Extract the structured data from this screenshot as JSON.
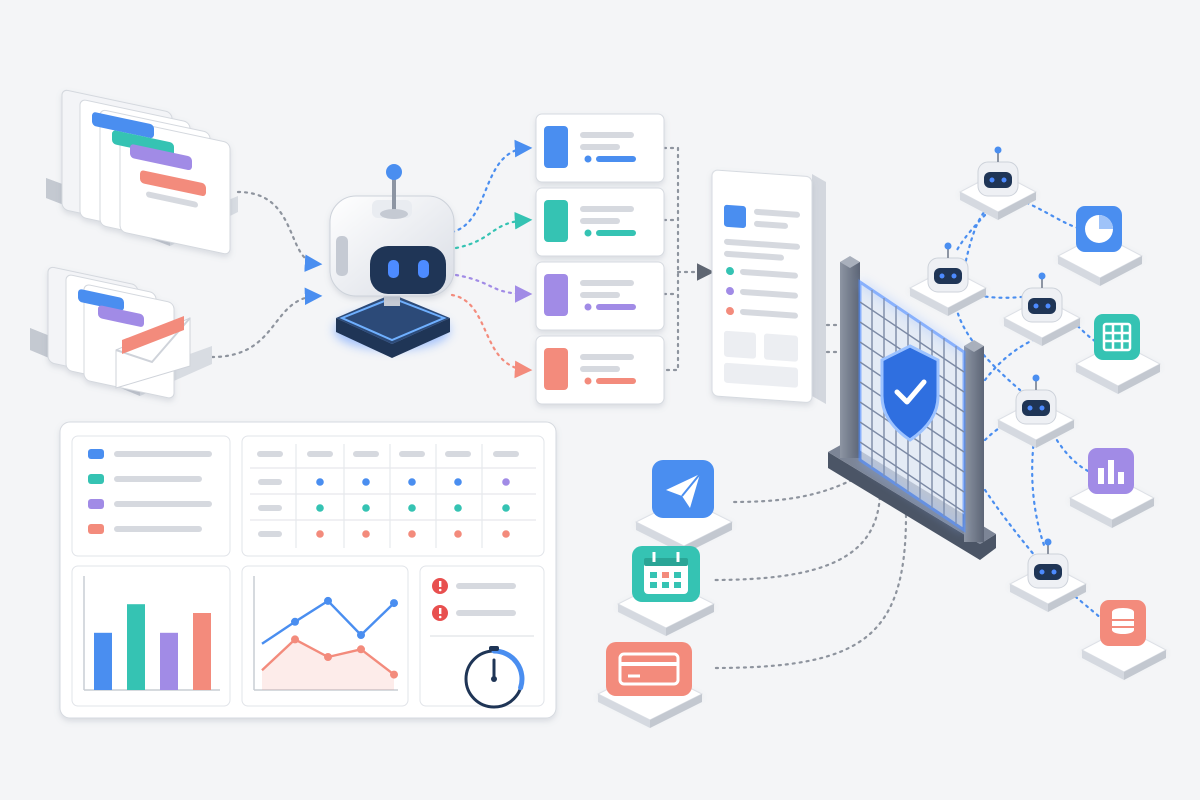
{
  "colors": {
    "background": "#f4f5f7",
    "blue": "#4a8ef0",
    "teal": "#35c3b3",
    "purple": "#a18be6",
    "coral": "#f38b7c",
    "red_alert": "#e8504f",
    "navy": "#1f3556",
    "connector": "#a8adb5",
    "glow": "#4d8bff",
    "gate_steel": "#6b7587"
  },
  "icons": {
    "inbox_trays": [
      "document-tray-icon",
      "mail-tray-icon"
    ],
    "agent": "ai-robot-icon",
    "queue_cards": [
      "blue-task-card",
      "teal-task-card",
      "purple-task-card",
      "coral-task-card"
    ],
    "report": "summary-document-icon",
    "gate": "security-gate-shield-icon",
    "sub_agents": [
      "robot-node-icon",
      "robot-node-icon",
      "robot-node-icon",
      "robot-node-icon",
      "robot-node-icon"
    ],
    "tools_right": [
      "pie-chart-icon",
      "spreadsheet-icon",
      "bar-chart-icon",
      "database-icon"
    ],
    "tools_left": [
      "send-message-icon",
      "calendar-icon",
      "credit-card-icon"
    ],
    "dashboard": [
      "legend-list-panel",
      "status-matrix-panel",
      "bar-chart-panel",
      "line-chart-panel",
      "alerts-timer-panel"
    ]
  },
  "dashboard": {
    "legend_colors": [
      "#4a8ef0",
      "#35c3b3",
      "#a18be6",
      "#f38b7c"
    ],
    "matrix_row_colors": [
      "#4a8ef0",
      "#35c3b3",
      "#f38b7c"
    ],
    "bars": [
      0.52,
      0.78,
      0.52,
      0.7
    ],
    "line_blue": [
      0.42,
      0.62,
      0.81,
      0.5,
      0.79
    ],
    "line_coral": [
      0.18,
      0.46,
      0.3,
      0.37,
      0.14
    ],
    "timer_progress": 0.3,
    "alert_count": 2
  }
}
